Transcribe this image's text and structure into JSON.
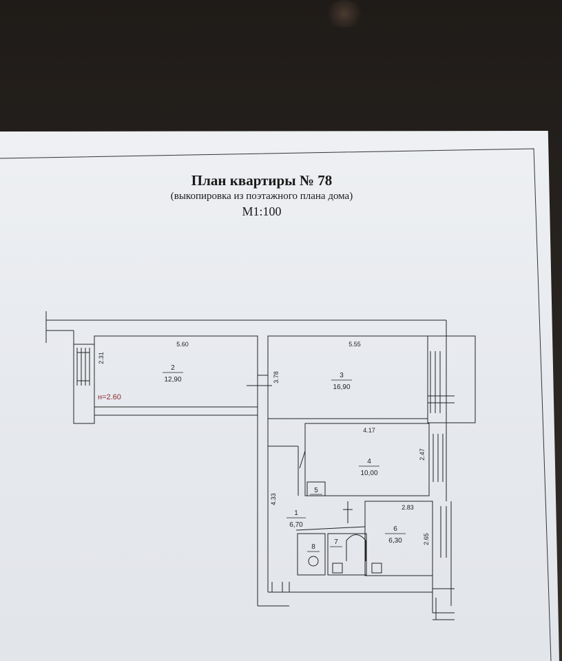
{
  "header": {
    "title": "План квартиры № 78",
    "subtitle": "(выкопировка из поэтажного плана дома)",
    "scale": "М1:100"
  },
  "plan": {
    "ceiling_height": "н=2.60",
    "dimensions": {
      "room2_width": "5.60",
      "room2_depth": "2.31",
      "room3_width": "5.55",
      "room3_depth": "3.78",
      "room4_width": "4.17",
      "room4_depth": "2.47",
      "room1_depth": "4.33",
      "room6_width": "2.83",
      "room6_depth": "2.65"
    },
    "rooms": [
      {
        "number": "2",
        "area": "12,90"
      },
      {
        "number": "3",
        "area": "16,90"
      },
      {
        "number": "4",
        "area": "10,00"
      },
      {
        "number": "5",
        "area": ""
      },
      {
        "number": "1",
        "area": "6,70"
      },
      {
        "number": "8",
        "area": ""
      },
      {
        "number": "7",
        "area": ""
      },
      {
        "number": "6",
        "area": "6,30"
      }
    ]
  },
  "colors": {
    "ink": "#222222",
    "height_mark": "#8b2c2c"
  }
}
